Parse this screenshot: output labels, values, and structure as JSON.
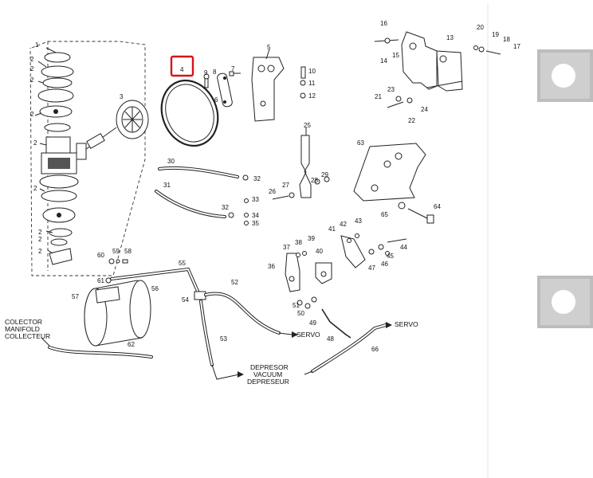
{
  "highlight": {
    "part": "4",
    "color": "#d7141a"
  },
  "callouts": {
    "c1": "1",
    "c2a": "2",
    "c2b": "2",
    "c2c": "2",
    "c2d": "2",
    "c2e": "2",
    "c2f": "2",
    "c2g": "2",
    "c2h": "2",
    "c2i": "2",
    "c3": "3",
    "c5": "5",
    "c6": "6",
    "c7": "7",
    "c8": "8",
    "c9": "9",
    "c10": "10",
    "c11": "11",
    "c12": "12",
    "c13": "13",
    "c14": "14",
    "c15": "15",
    "c16": "16",
    "c17": "17",
    "c18": "18",
    "c19": "19",
    "c20": "20",
    "c21": "21",
    "c22": "22",
    "c23": "23",
    "c24": "24",
    "c25": "25",
    "c26": "26",
    "c27": "27",
    "c28": "28",
    "c29": "29",
    "c30": "30",
    "c31": "31",
    "c32a": "32",
    "c32b": "32",
    "c33": "33",
    "c34": "34",
    "c35": "35",
    "c36": "36",
    "c37": "37",
    "c38": "38",
    "c39": "39",
    "c40": "40",
    "c41": "41",
    "c42": "42",
    "c43": "43",
    "c44": "44",
    "c45": "45",
    "c46": "46",
    "c47": "47",
    "c48": "48",
    "c49": "49",
    "c50": "50",
    "c51": "51",
    "c52": "52",
    "c53": "53",
    "c54": "54",
    "c55": "55",
    "c56": "56",
    "c57": "57",
    "c58": "58",
    "c59": "59",
    "c60": "60",
    "c61": "61",
    "c62": "62",
    "c63": "63",
    "c64": "64",
    "c65": "65",
    "c66": "66"
  },
  "labels": {
    "collector": [
      "COLECTOR",
      "MANIFOLD",
      "COLLECTEUR"
    ],
    "servo1": "SERVO",
    "servo2": "SERVO",
    "vacuum": [
      "DEPRESOR",
      "VACUUM",
      "DEPRESEUR"
    ]
  }
}
